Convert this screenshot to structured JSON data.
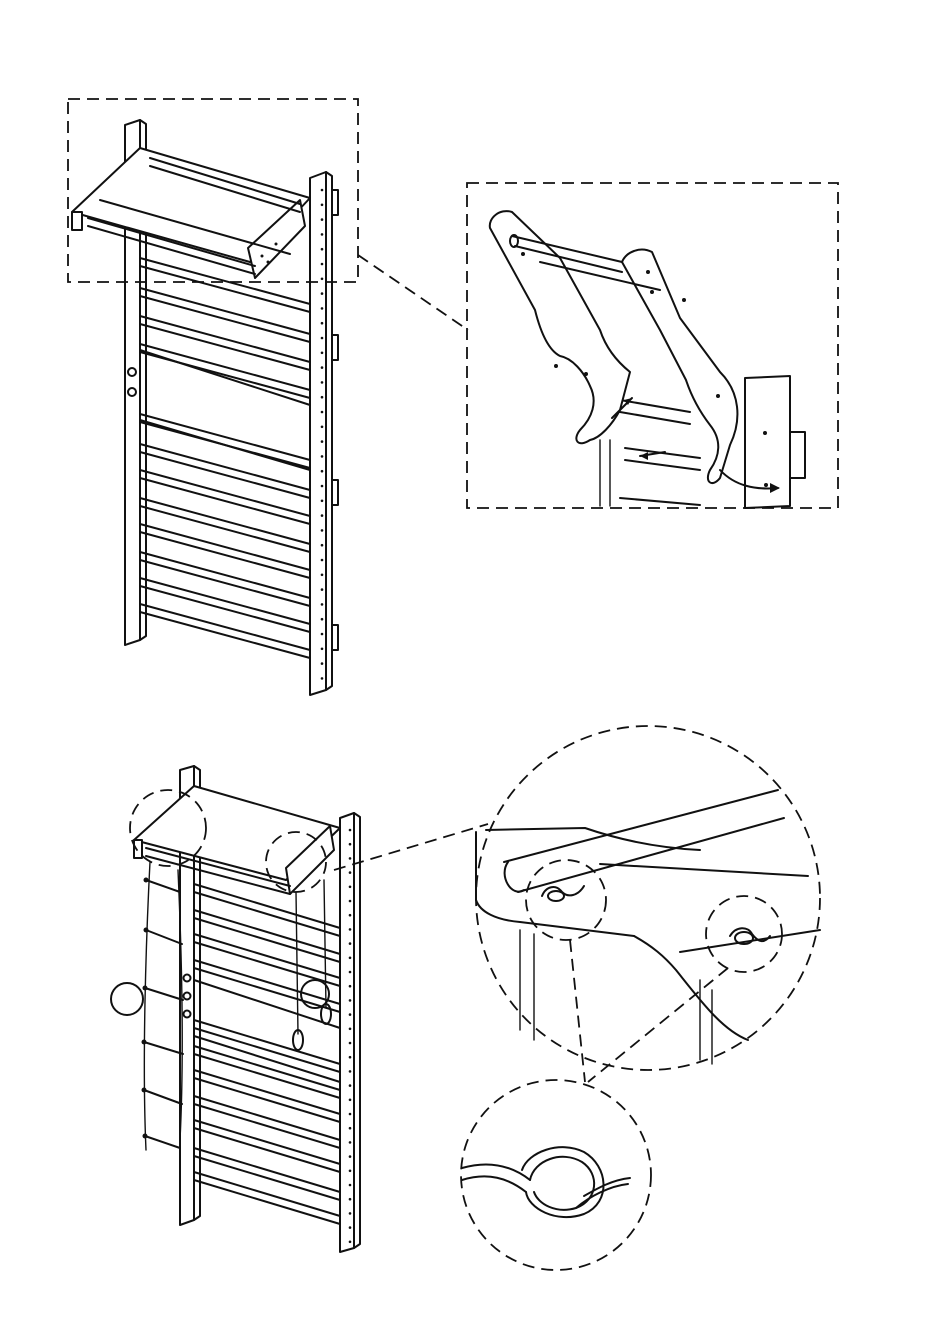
{
  "figure": {
    "steps": [
      {
        "id": "step-1",
        "detail": "rear-hook-detail"
      },
      {
        "id": "step-2",
        "detail": "knot-detail"
      }
    ],
    "accessories": [
      "rope-ladder",
      "gymnastic-rings"
    ],
    "colors": {
      "line": "#111111",
      "background": "#ffffff"
    }
  }
}
